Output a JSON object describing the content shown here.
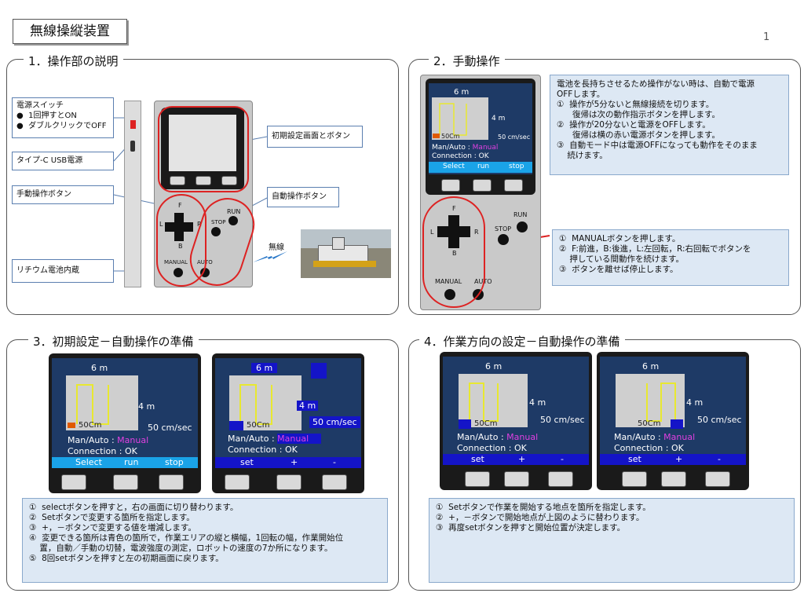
{
  "title": "無線操縦装置",
  "page_number": "1",
  "sections": {
    "s1": {
      "heading": "1．操作部の説明",
      "labels": {
        "power": [
          "電源スイッチ",
          "●  1回押すとON",
          "●  ダブルクリックでOFF"
        ],
        "usb": "タイプ-C  USB電源",
        "manual_btn": "手動操作ボタン",
        "battery": "リチウム電池内蔵",
        "screen": "初期設定画面とボタン",
        "auto_btn": "自動操作ボタン",
        "wireless": "無線"
      },
      "device": {
        "f": "F",
        "b": "B",
        "l": "L",
        "r": "R",
        "run": "RUN",
        "stop": "STOP",
        "manual": "MANUAL",
        "auto": "AUTO"
      }
    },
    "s2": {
      "heading": "2．手動操作",
      "note": [
        "電池を長持ちさせるため操作がない時は、自動で電源",
        "OFFします。",
        "①  操作が5分ないと無線接続を切ります。",
        "      復帰は次の動作指示ボタンを押します。",
        "②  操作が20分ないと電源をOFFします。",
        "      復帰は横の赤い電源ボタンを押します。",
        "③  自動モード中は電源OFFになっても動作をそのまま",
        "    続けます。"
      ],
      "note2": [
        "①  MANUALボタンを押します。",
        "②  F:前進，B:後進，L:左回転，R:右回転でボタンを",
        "    押している間動作を続けます。",
        "③  ボタンを離せば停止します。"
      ]
    },
    "s3": {
      "heading": "3．初期設定－自動操作の準備",
      "note": [
        "①  selectボタンを押すと，右の画面に切り替わります。",
        "②  Setボタンで変更する箇所を指定します。",
        "③  +，－ボタンで変更する値を増減します。",
        "④  変更できる箇所は青色の箇所で，作業エリアの縦と横幅，1回転の幅，作業開始位",
        "    置，自動／手動の切替，電波強度の測定，ロボットの速度の7か所になります。",
        "⑤  8回setボタンを押すと左の初期画面に戻ります。"
      ]
    },
    "s4": {
      "heading": "4．作業方向の設定－自動操作の準備",
      "note": [
        "①  Setボタンで作業を開始する地点を箇所を指定します。",
        "②  +，－ボタンで開始地点が上図のように替わります。",
        "③  再度setボタンを押すと開始位置が決定します。"
      ]
    }
  },
  "lcd": {
    "width": "6 m",
    "height": "4 m",
    "turn": "50Cm",
    "speed": "50 cm/sec",
    "mode_label": "Man/Auto : ",
    "mode_value": "Manual",
    "conn": "Connection : OK",
    "bar_main": [
      "Select",
      "run",
      "stop"
    ],
    "bar_set": [
      "set",
      "+",
      "-"
    ]
  },
  "colors": {
    "lcd_bg": "#1e3a66",
    "bar_cyan": "#1aa3e8",
    "bar_blue": "#1414c8",
    "accent_red": "#dd2222",
    "note_bg": "#dde8f4"
  }
}
